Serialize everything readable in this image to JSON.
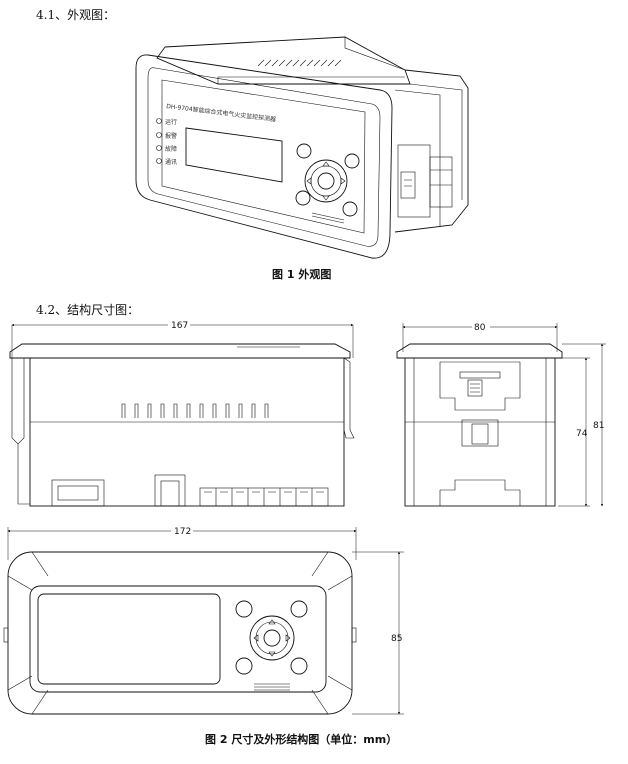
{
  "section_41": {
    "label": "4.1、外观图："
  },
  "figure1": {
    "caption": "图 1  外观图",
    "panel_title": "DH-9704智能综合式电气火灾监控探测器",
    "indicators": [
      "运行",
      "报警",
      "故障",
      "通讯"
    ]
  },
  "section_42": {
    "label": "4.2、结构尺寸图："
  },
  "dimensions": {
    "side_length": "167",
    "end_width": "80",
    "end_height_inner": "74",
    "end_height_outer": "81",
    "front_length": "172",
    "front_height": "85"
  },
  "figure2": {
    "caption": "图 2  尺寸及外形结构图（单位：mm）"
  }
}
